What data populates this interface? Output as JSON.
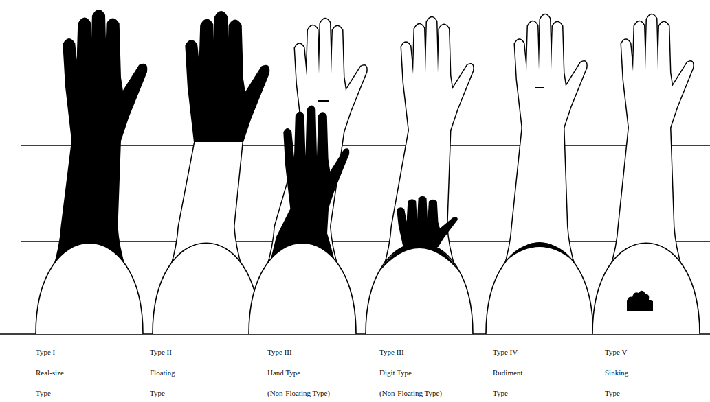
{
  "diagram": {
    "labels": [
      "Type I",
      "Type II",
      "Type III",
      "Type III",
      "Type IV",
      "Type V",
      "Real-size",
      "Floating",
      "Hand Type",
      "Digit Type",
      "Rudiment",
      "Sinking",
      "Type",
      "Type",
      "(Non-Floating Type)",
      "(Non-Floating Type)",
      "Type",
      "Type"
    ]
  }
}
